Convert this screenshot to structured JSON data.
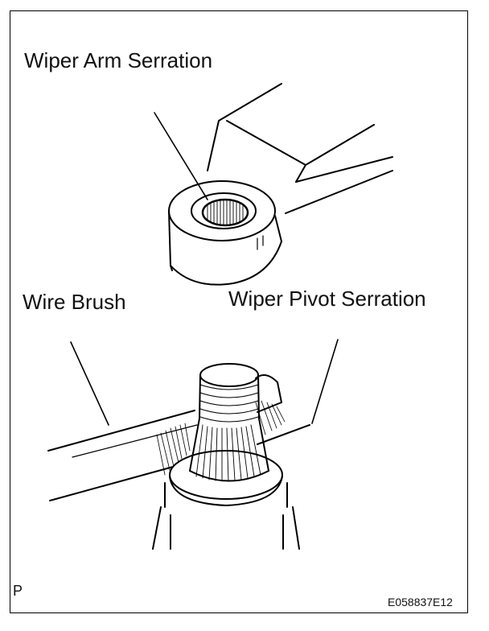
{
  "labels": {
    "arm_serration": "Wiper Arm Serration",
    "wire_brush": "Wire Brush",
    "pivot_serration": "Wiper Pivot Serration",
    "corner_mark": "P",
    "figure_code": "E058837E12"
  }
}
